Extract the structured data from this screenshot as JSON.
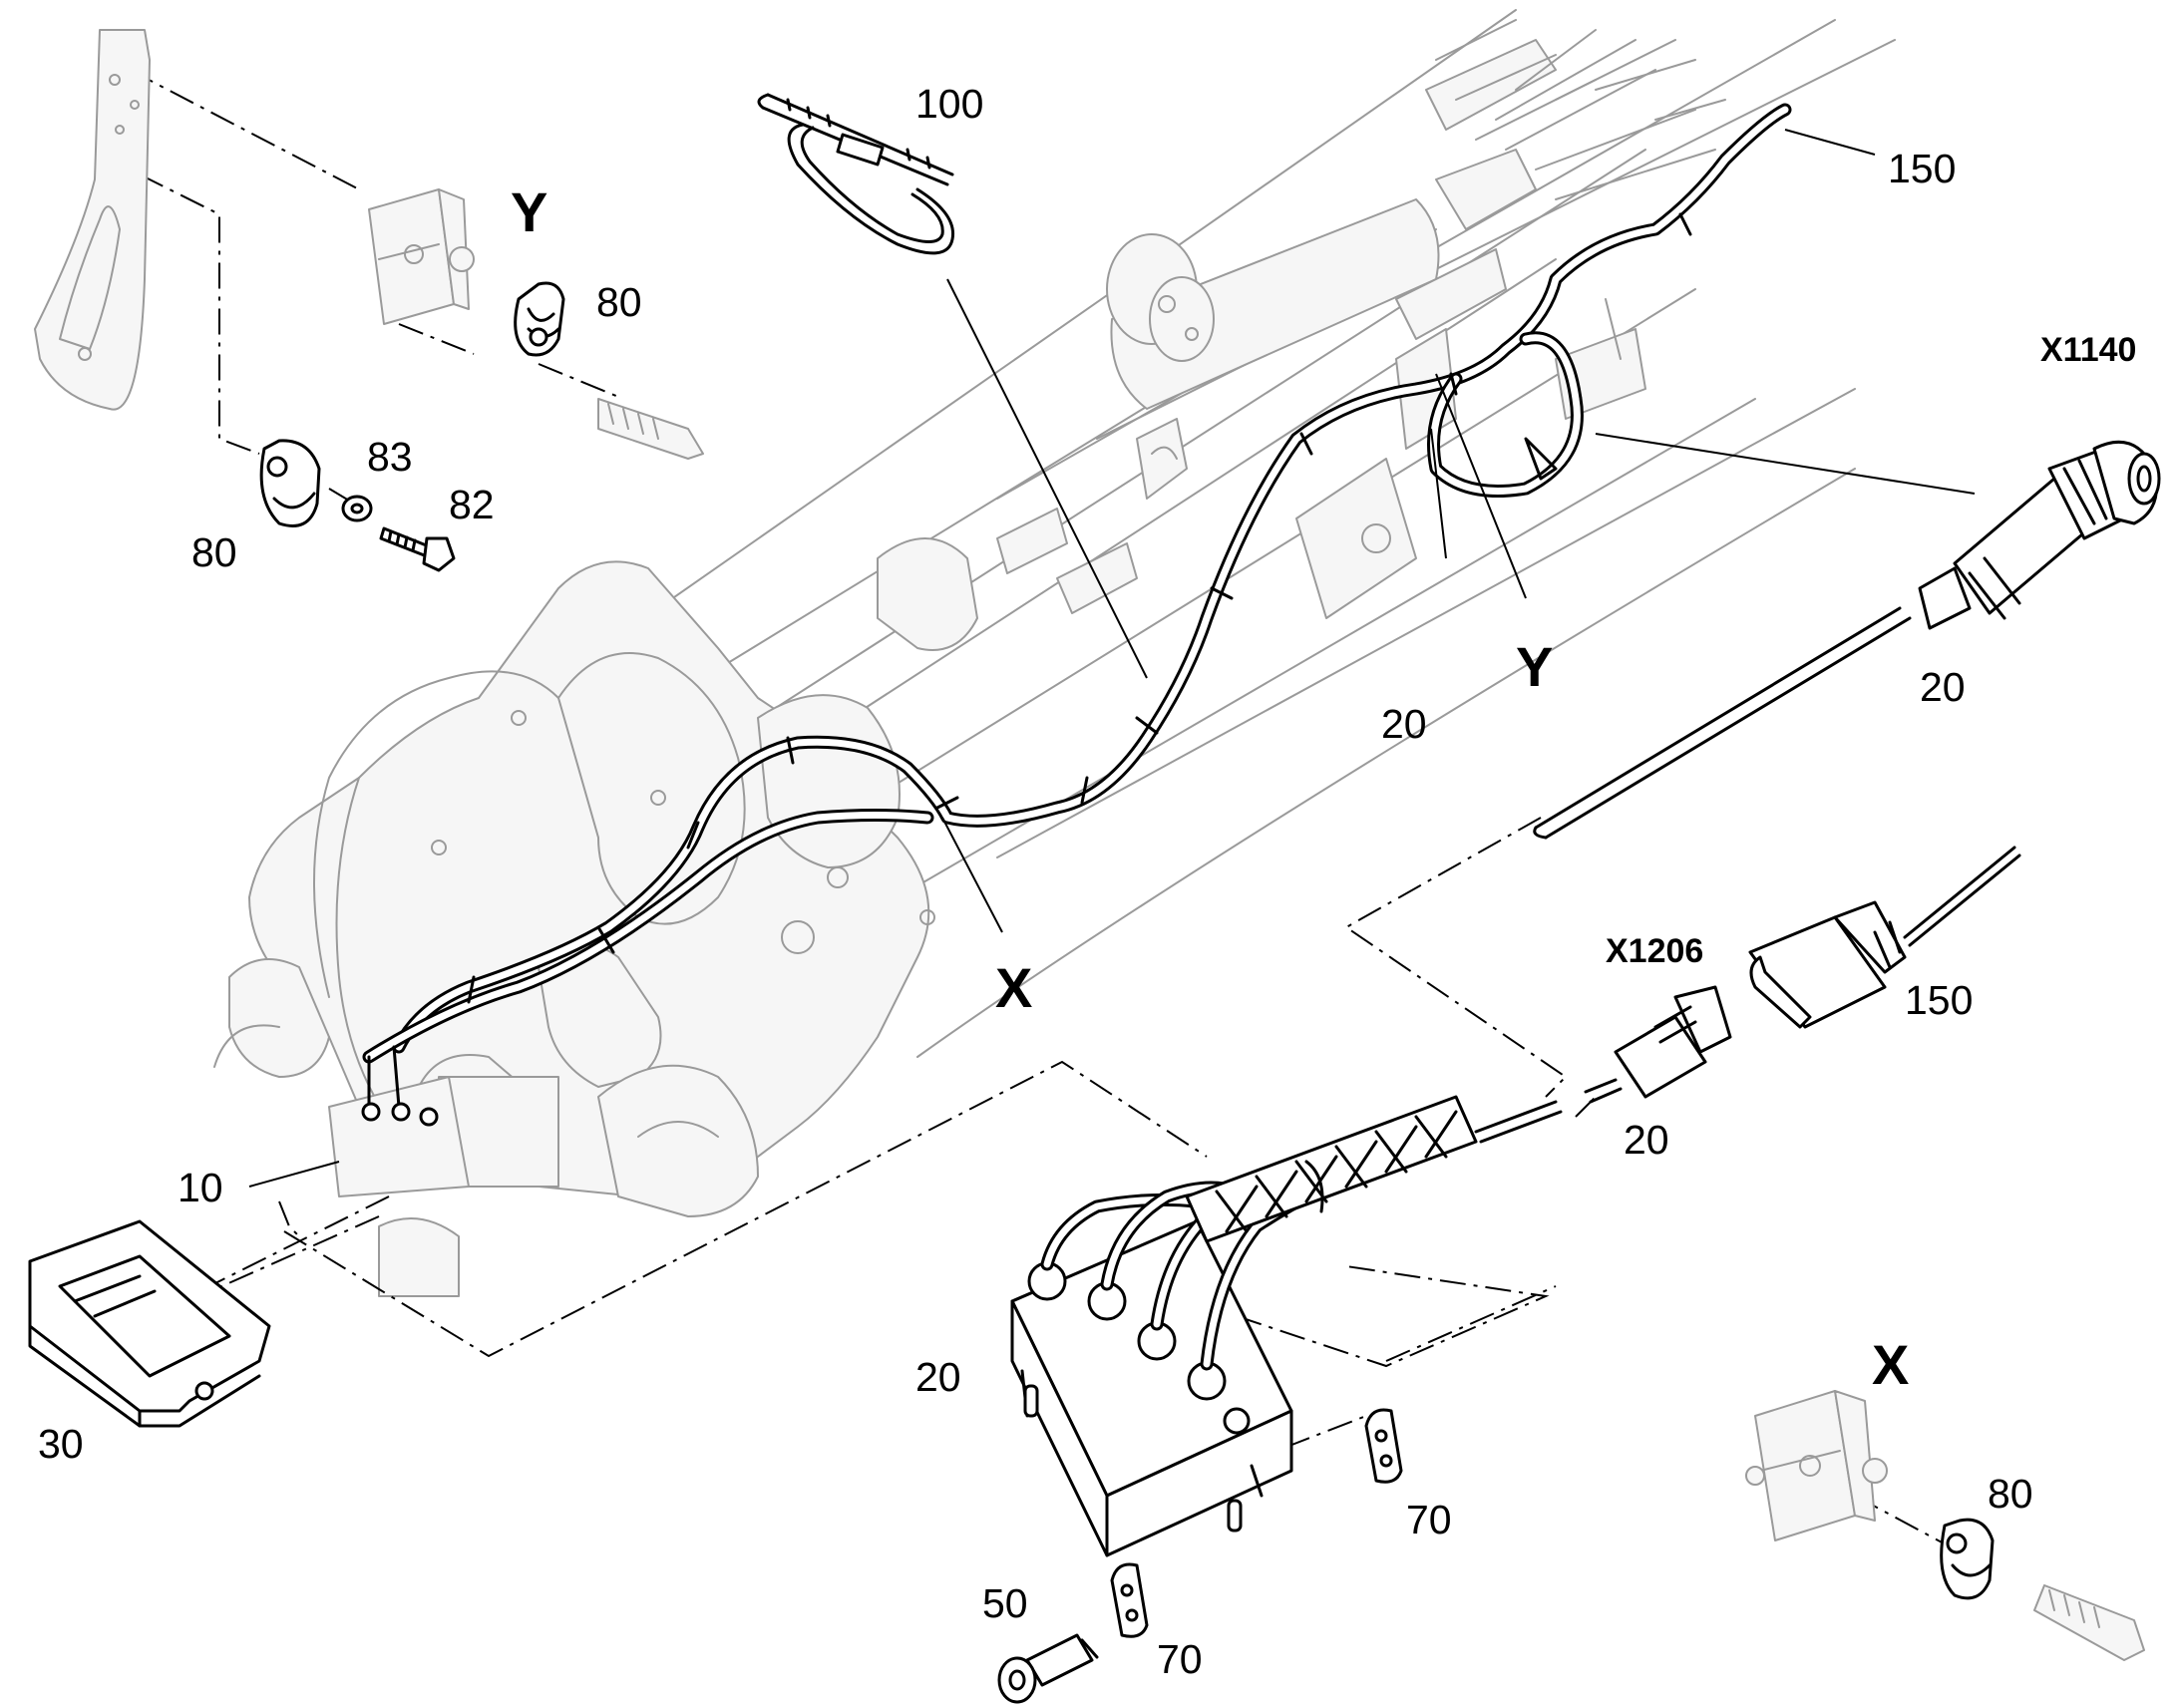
{
  "diagram": {
    "callouts": {
      "c10": "10",
      "c20_boom": "20",
      "c20_connector": "20",
      "c20_plug": "20",
      "c20_block": "20",
      "c30": "30",
      "c50": "50",
      "c70_a": "70",
      "c70_b": "70",
      "c80_y": "80",
      "c80_left": "80",
      "c80_x": "80",
      "c82": "82",
      "c83": "83",
      "c100": "100",
      "c150_top": "150",
      "c150_mid": "150"
    },
    "views": {
      "y_detail": "Y",
      "y_on_boom": "Y",
      "x_on_boom": "X",
      "x_detail": "X"
    },
    "connectors": {
      "x1140": "X1140",
      "x1206": "X1206"
    }
  }
}
